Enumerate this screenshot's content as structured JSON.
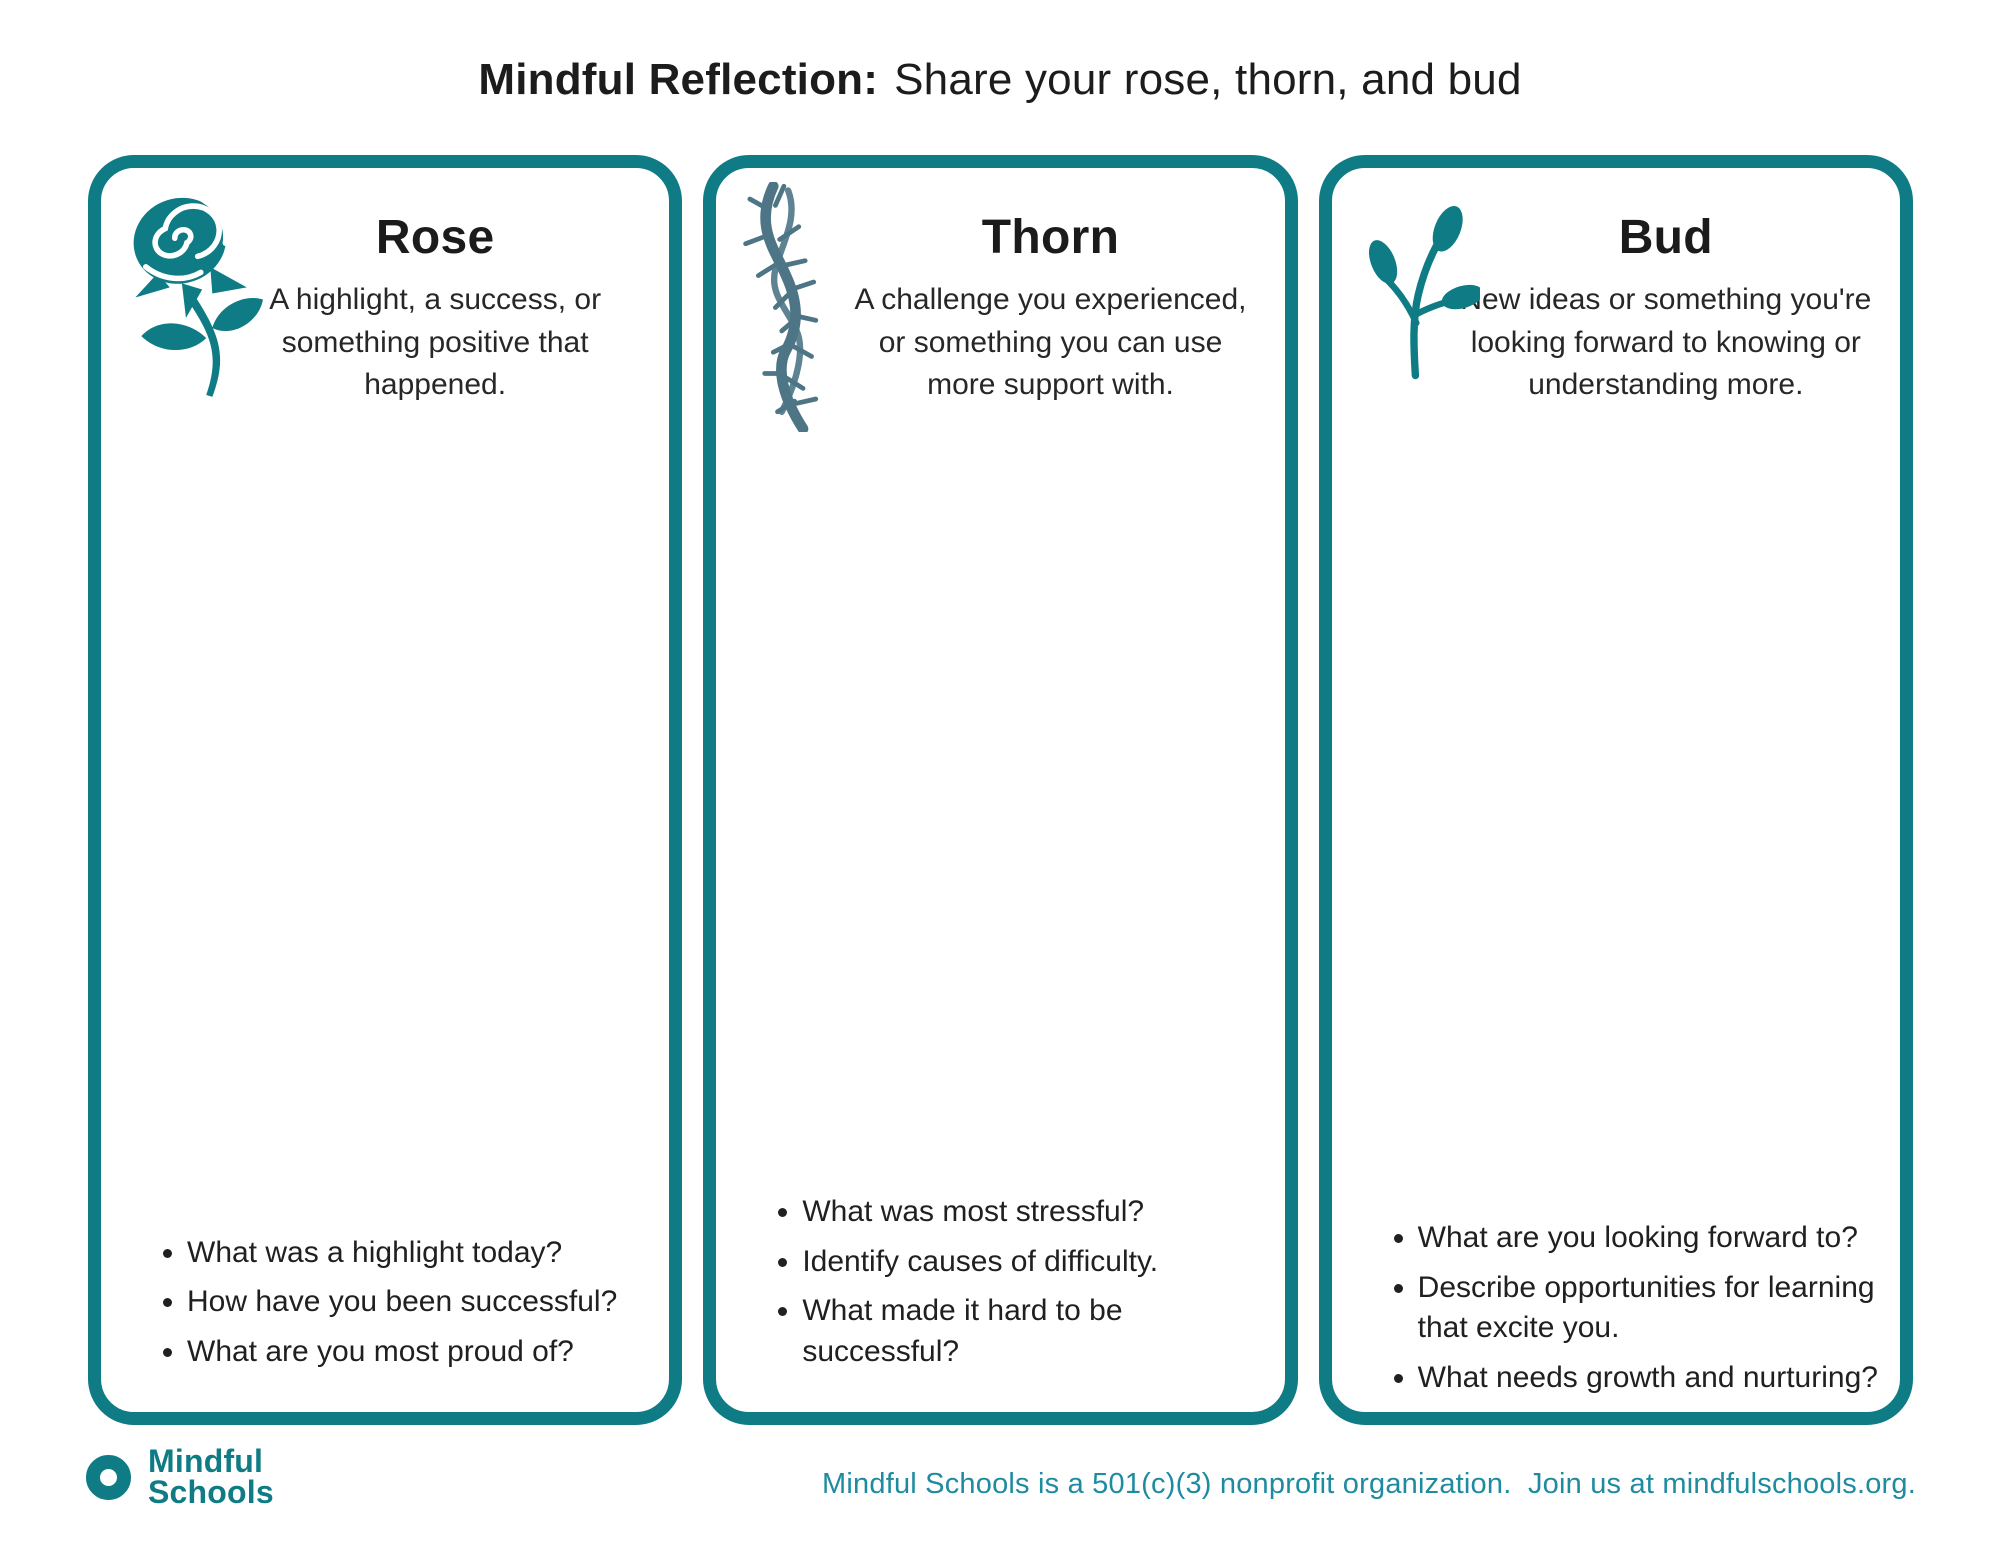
{
  "header": {
    "title_bold": "Mindful Reflection:",
    "title_rest": "Share your rose, thorn, and bud"
  },
  "colors": {
    "teal": "#0e7b85",
    "thorn_icon": "#4d7586",
    "footer_text": "#1f8ba0",
    "ink": "#1d1d1d"
  },
  "cards": [
    {
      "id": "rose",
      "icon": "rose-icon",
      "title": "Rose",
      "description": "A highlight, a success, or something positive that happened.",
      "bullets": [
        "What was a highlight today?",
        "How have you been successful?",
        "What are you most proud of?"
      ]
    },
    {
      "id": "thorn",
      "icon": "thorn-icon",
      "title": "Thorn",
      "description": "A challenge you experienced, or something you can use more support with.",
      "bullets": [
        "What was most stressful?",
        "Identify causes of difficulty.",
        "What made it hard to be successful?"
      ]
    },
    {
      "id": "bud",
      "icon": "bud-icon",
      "title": "Bud",
      "description": "New ideas or something you're looking forward to knowing or understanding more.",
      "bullets": [
        "What are you looking forward to?",
        "Describe opportunities for learning that excite you.",
        "What needs growth and nurturing?"
      ]
    }
  ],
  "footer": {
    "logo_line1": "Mindful",
    "logo_line2": "Schools",
    "note": "Mindful Schools is a 501(c)(3) nonprofit organization.  Join us at mindfulschools.org."
  }
}
